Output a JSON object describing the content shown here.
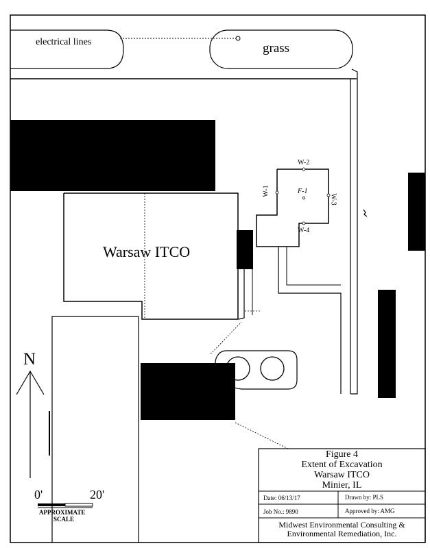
{
  "labels": {
    "electrical_lines": "electrical lines",
    "grass": "grass",
    "building": "Warsaw ITCO",
    "north": "N",
    "w1": "W-1",
    "w2": "W-2",
    "w3": "W-3",
    "w4": "W-4",
    "f1": "F-1"
  },
  "scale": {
    "start": "0'",
    "end": "20'",
    "caption_line1": "APPROXIMATE",
    "caption_line2": "SCALE"
  },
  "title_block": {
    "figure": "Figure 4",
    "title": "Extent of  Excavation",
    "site": "Warsaw ITCO",
    "location": "Minier, IL",
    "date": "Date: 06/13/17",
    "drawn_by": "Drawn by: PLS",
    "job_no": "Job No.: 9890",
    "approved_by": "Approved by: AMG",
    "company_line1": "Midwest Environmental Consulting &",
    "company_line2": "Environmental Remediation, Inc."
  }
}
